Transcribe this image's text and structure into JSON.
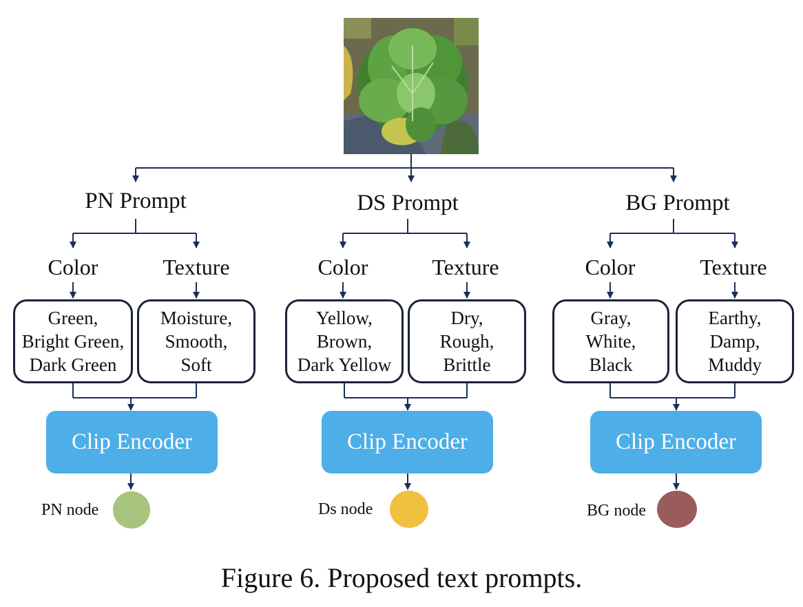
{
  "figure_caption": "Figure 6. Proposed text prompts.",
  "branches": [
    {
      "prompt_label": "PN Prompt",
      "color_label": "Color",
      "texture_label": "Texture",
      "color_lines": [
        "Green,",
        "Bright Green,",
        "Dark Green"
      ],
      "texture_lines": [
        "Moisture,",
        "Smooth,",
        "Soft"
      ],
      "encoder_label": "Clip Encoder",
      "node_label": "PN node",
      "node_color": "#a6c47c"
    },
    {
      "prompt_label": "DS Prompt",
      "color_label": "Color",
      "texture_label": "Texture",
      "color_lines": [
        "Yellow,",
        "Brown,",
        "Dark Yellow"
      ],
      "texture_lines": [
        "Dry,",
        "Rough,",
        "Brittle"
      ],
      "encoder_label": "Clip Encoder",
      "node_label": "Ds node",
      "node_color": "#f2c03f"
    },
    {
      "prompt_label": "BG Prompt",
      "color_label": "Color",
      "texture_label": "Texture",
      "color_lines": [
        "Gray,",
        "White,",
        "Black"
      ],
      "texture_lines": [
        "Earthy,",
        "Damp,",
        "Muddy"
      ],
      "encoder_label": "Clip Encoder",
      "node_label": "BG node",
      "node_color": "#9a5c5a"
    }
  ],
  "colors": {
    "arrow": "#1b2e5a",
    "box_border": "#1b2236",
    "encoder_fill": "#4daee8"
  }
}
